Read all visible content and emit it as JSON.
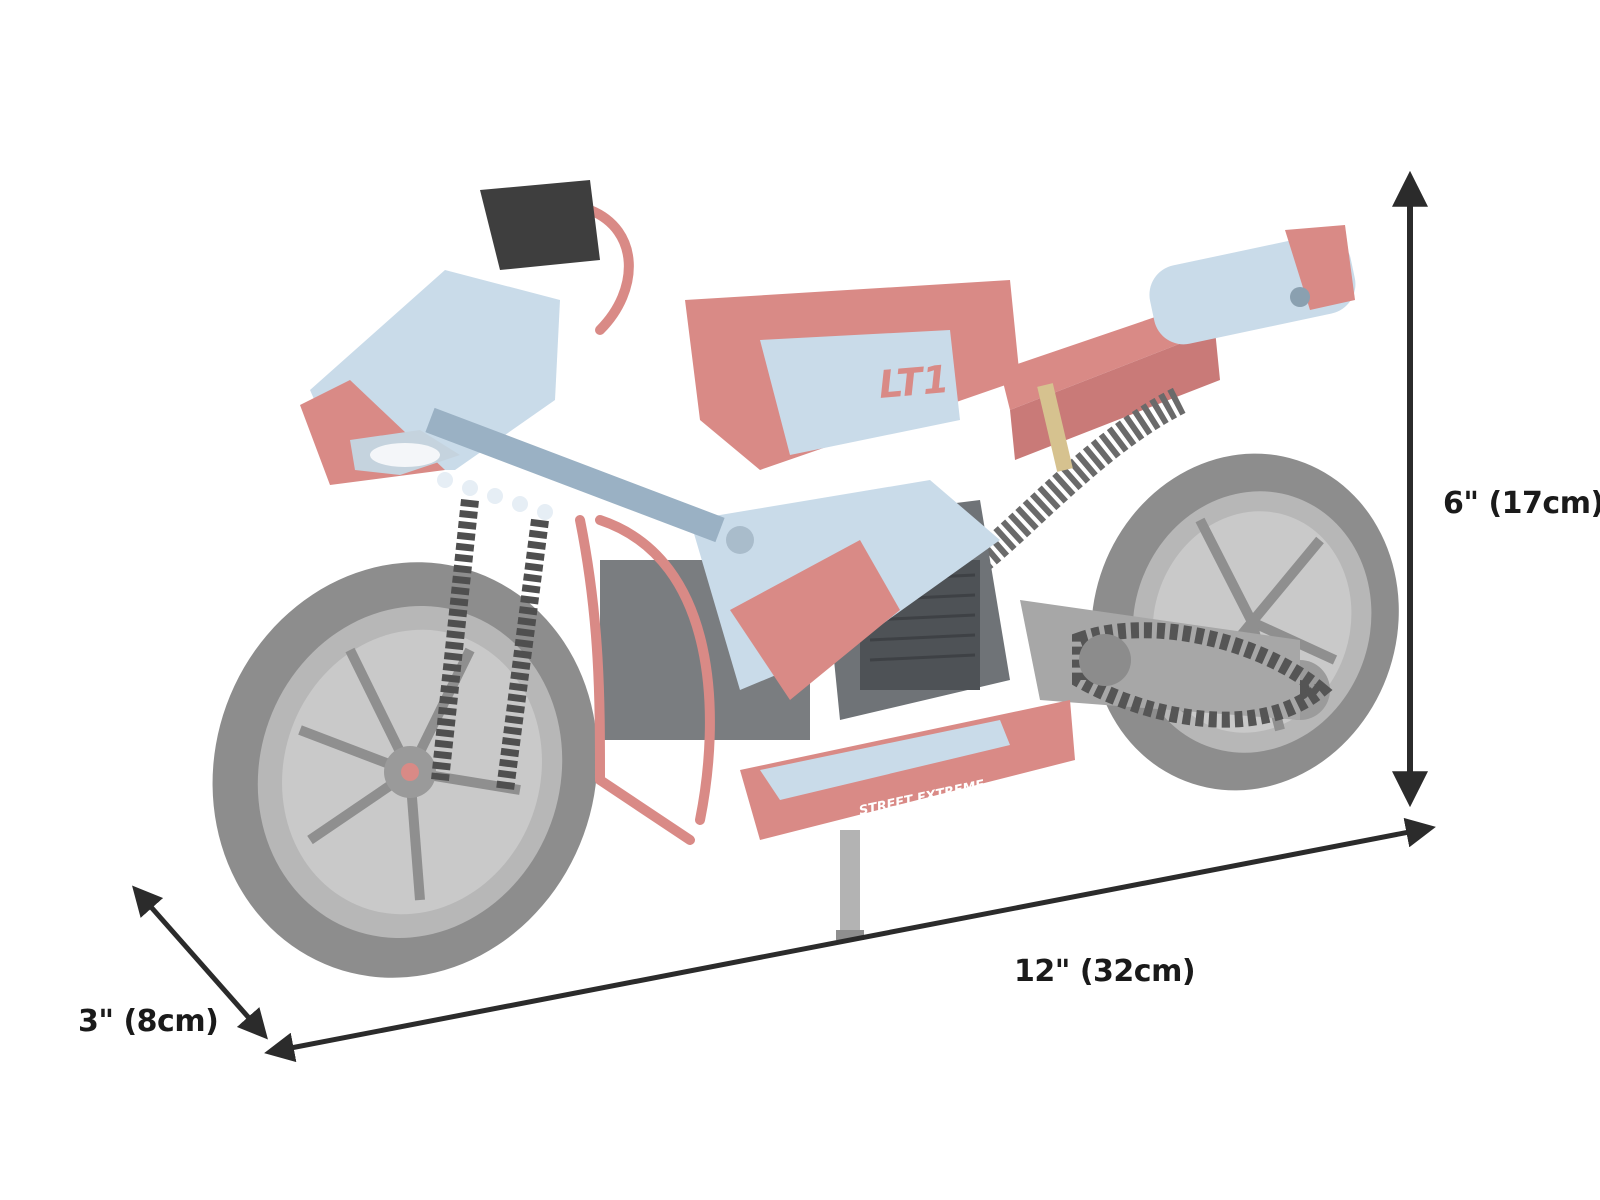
{
  "dimensions": {
    "height": "6\" (17cm)",
    "length": "12\" (32cm)",
    "depth": "3\" (8cm)"
  },
  "model_decals": {
    "side_logo": "LT1",
    "lower_fairing_text": "STREET EXTREME"
  },
  "colors": {
    "arrow": "#2b2b2b",
    "label": "#1a1a1a",
    "tyre": "#8a8a8a",
    "rim": "#a8a8a8",
    "red_accent": "#d98a86",
    "light_blue": "#c9dbe9",
    "frame_dark": "#555a5f"
  },
  "icons": {
    "height_arrow": "double-headed-arrow-vertical",
    "length_arrow": "double-headed-arrow-diagonal",
    "depth_arrow": "double-headed-arrow-diagonal"
  }
}
